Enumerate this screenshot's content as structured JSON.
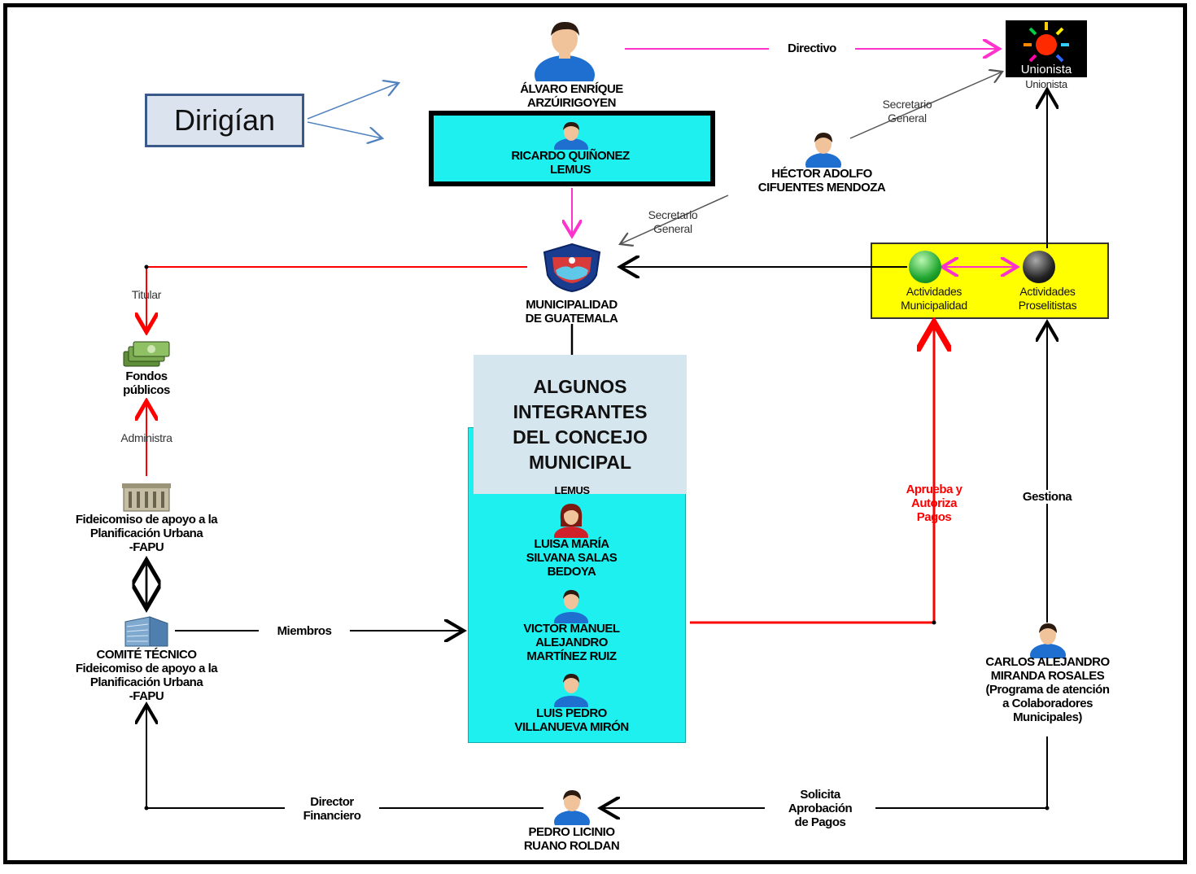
{
  "dirigian": "Dirigían",
  "people": {
    "alvaro": "ÁLVARO ENRÍQUE\nARZÚIRIGOYEN",
    "ricardo": "RICARDO QUIÑONEZ\nLEMUS",
    "hector": "HÉCTOR ADOLFO\nCIFUENTES MENDOZA",
    "luisa": "LUISA MARÍA\nSILVANA SALAS\nBEDOYA",
    "victor": "VICTOR MANUEL\nALEJANDRO\nMARTÍNEZ RUIZ",
    "luis": "LUIS PEDRO\nVILLANUEVA MIRÓN",
    "carlos": "CARLOS ALEJANDRO\nMIRANDA ROSALES\n(Programa de atención\na Colaboradores\nMunicipales)",
    "pedro": "PEDRO LICINIO\nRUANO ROLDAN",
    "hidden_partial": "LEMUS"
  },
  "entities": {
    "unionista_logo": "Unionista",
    "unionista_caption": "Unionista",
    "municipalidad": "MUNICIPALIDAD\nDE GUATEMALA",
    "fondos": "Fondos\npúblicos",
    "fideicomiso": "Fideicomiso de apoyo a la\nPlanificación Urbana\n-FAPU",
    "comite": "COMITÉ TÉCNICO\nFideicomiso de apoyo a la\nPlanificación Urbana\n-FAPU",
    "concejo_title": "ALGUNOS\nINTEGRANTES\nDEL CONCEJO\nMUNICIPAL",
    "act_municipal": "Actividades\nMunicipalidad",
    "act_proselitistas": "Actividades\nProselitistas"
  },
  "edge_labels": {
    "directivo": "Directivo",
    "secretario_1": "Secretario\nGeneral",
    "secretario_2": "Secretario\nGeneral",
    "titular": "Titular",
    "administra": "Administra",
    "miembros": "Miembros",
    "aprueba": "Aprueba y\nAutoriza\nPagos",
    "gestiona": "Gestiona",
    "director": "Director\nFinanciero",
    "solicita": "Solicita\nAprobación\nde Pagos"
  },
  "colors": {
    "cyan_box": "#1ef0f0",
    "magenta_arrow": "#ff33cc",
    "red_arrow": "#ff0000",
    "blue_arrow": "#4f81bd",
    "yellow_box": "#ffff00"
  }
}
